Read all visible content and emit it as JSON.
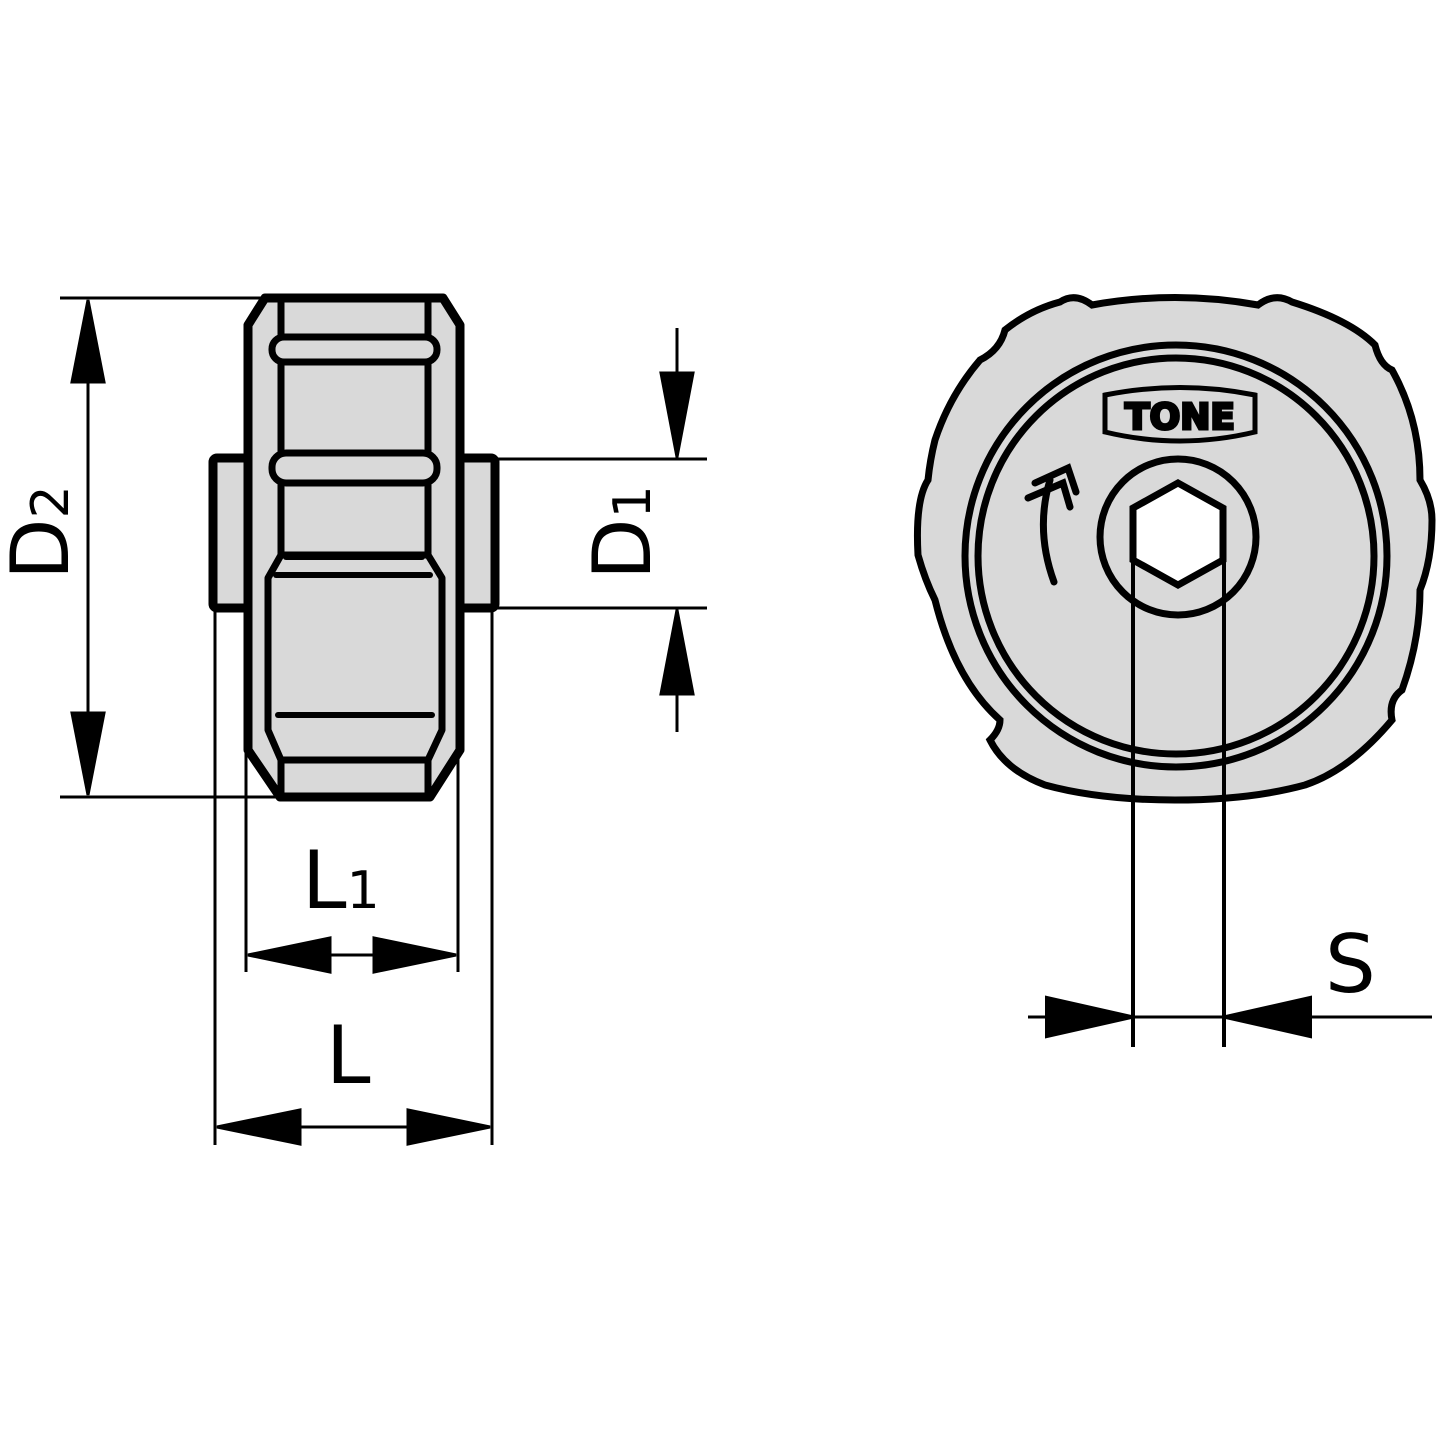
{
  "labels": {
    "d2": "D",
    "d2_sub": "2",
    "d1": "D",
    "d1_sub": "1",
    "l1": "L",
    "l1_sub": "1",
    "l": "L",
    "s": "S"
  },
  "logo": {
    "text": "TONE"
  },
  "colors": {
    "fill": "#d9d9d9",
    "stroke": "#000000",
    "background": "#ffffff"
  }
}
